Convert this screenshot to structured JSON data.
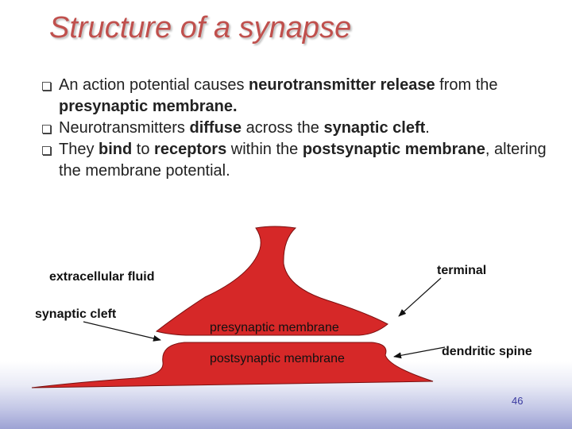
{
  "slide": {
    "title": "Structure of a synapse",
    "page_number": "46"
  },
  "bullets": [
    {
      "parts": [
        "An action potential causes ",
        "neurotransmitter release",
        " from the ",
        "presynaptic membrane."
      ]
    },
    {
      "parts": [
        "Neurotransmitters ",
        "diffuse",
        " across the ",
        "synaptic cleft",
        "."
      ]
    },
    {
      "parts": [
        "They ",
        "bind",
        " to ",
        "receptors",
        " within the ",
        "postsynaptic membrane",
        ", altering the membrane potential."
      ]
    }
  ],
  "diagram": {
    "labels": {
      "extracellular_fluid": "extracellular fluid",
      "synaptic_cleft": "synaptic cleft",
      "terminal": "terminal",
      "presynaptic_membrane": "presynaptic membrane",
      "postsynaptic_membrane": "postsynaptic membrane",
      "dendritic_spine": "dendritic spine"
    },
    "colors": {
      "cell": "#d62828",
      "outline": "#111111"
    }
  }
}
